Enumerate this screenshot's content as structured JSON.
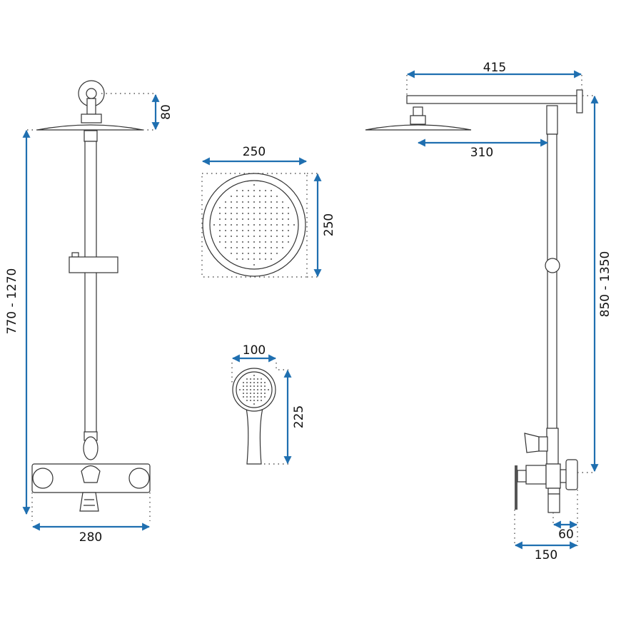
{
  "colors": {
    "dimension": "#1f6fb0",
    "outline": "#333333"
  },
  "front_view": {
    "head_height": "80",
    "height_range": "770 - 1270",
    "mixer_width": "280"
  },
  "rain_head": {
    "width": "250",
    "height": "250"
  },
  "hand_shower": {
    "width": "100",
    "length": "225"
  },
  "side_view": {
    "arm_length": "415",
    "head_offset": "310",
    "height_range": "850 - 1350",
    "mixer_depth": "60",
    "total_depth": "150"
  }
}
